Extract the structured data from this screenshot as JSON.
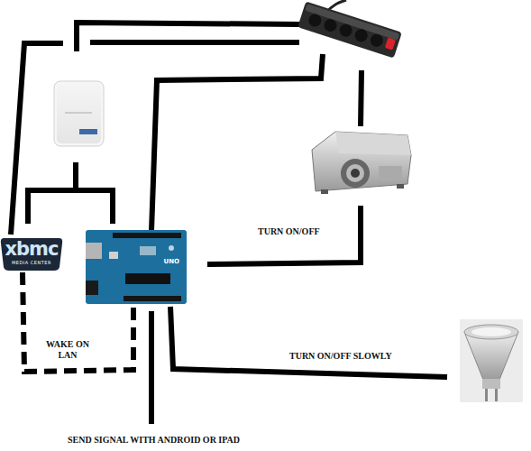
{
  "diagram": {
    "nodes": [
      {
        "text": [
          "xbmc",
          "MEDIA CENTER"
        ]
      },
      {
        "text": [
          "UNO"
        ]
      }
    ],
    "edges": [
      {
        "from": 0,
        "to": 1,
        "label": "WAKE ON LAN",
        "arrow": "none"
      }
    ],
    "labels": [
      "TURN ON/OFF",
      "TURN ON/OFF SLOWLY",
      "SEND SIGNAL WITH ANDROID OR IPAD"
    ]
  }
}
